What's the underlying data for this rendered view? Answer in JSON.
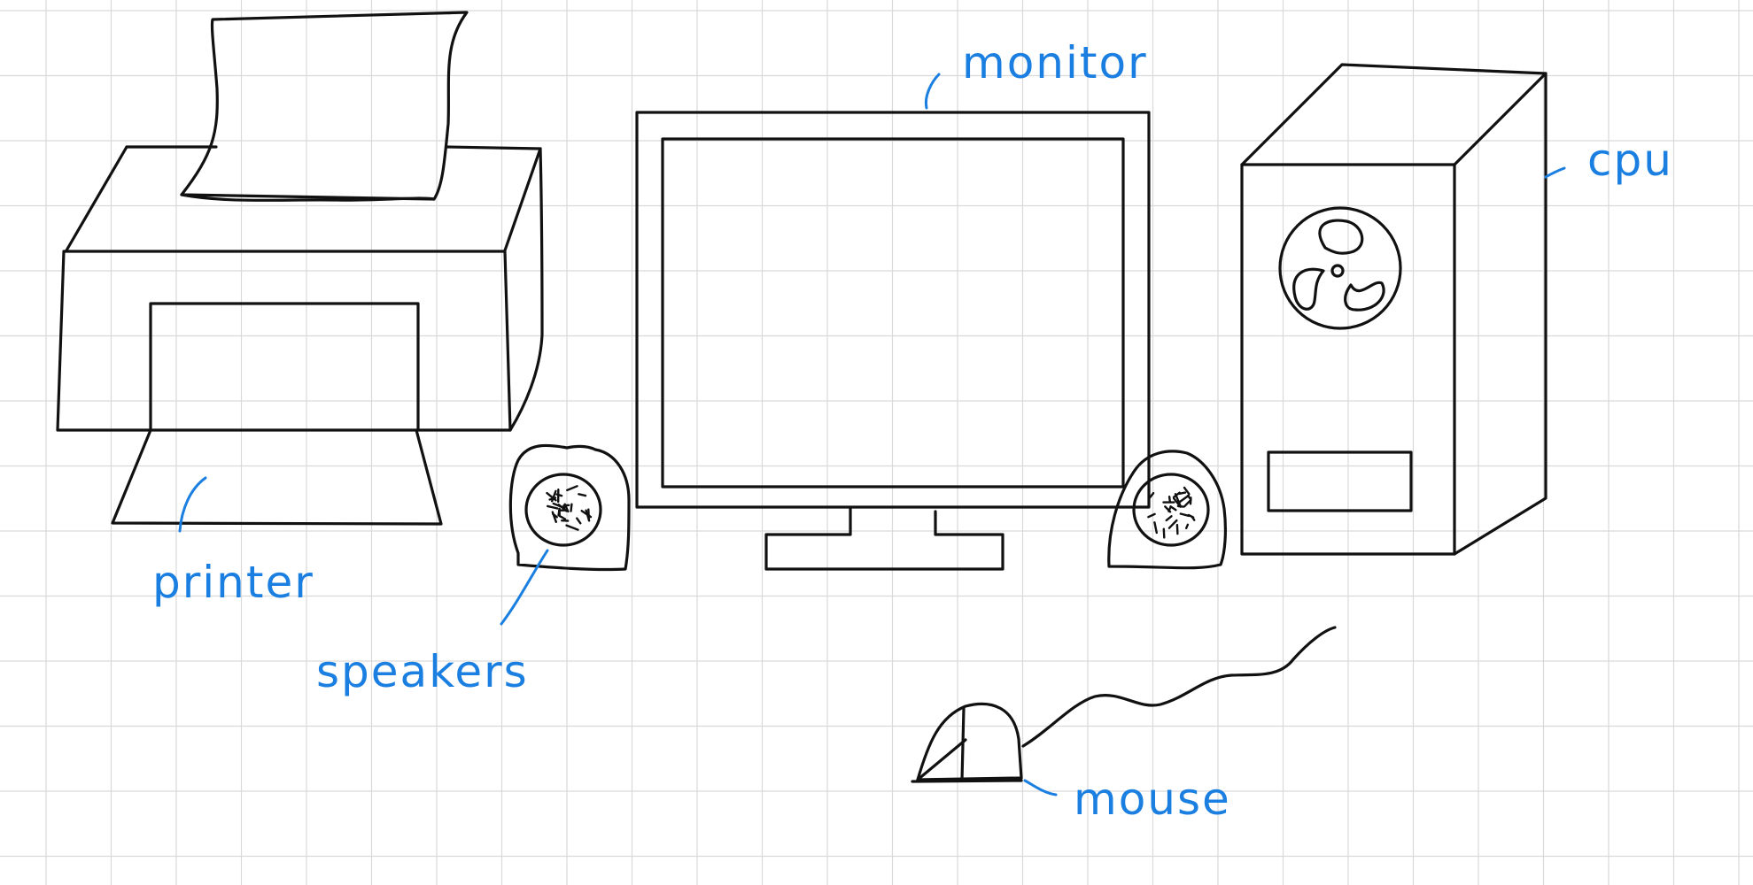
{
  "colors": {
    "background": "#ffffff",
    "grid": "#d9d9d9",
    "ink": "#111111",
    "label": "#1a7fe0"
  },
  "labels": {
    "monitor": "monitor",
    "cpu": "cpu",
    "printer": "printer",
    "speakers": "speakers",
    "mouse": "mouse"
  }
}
